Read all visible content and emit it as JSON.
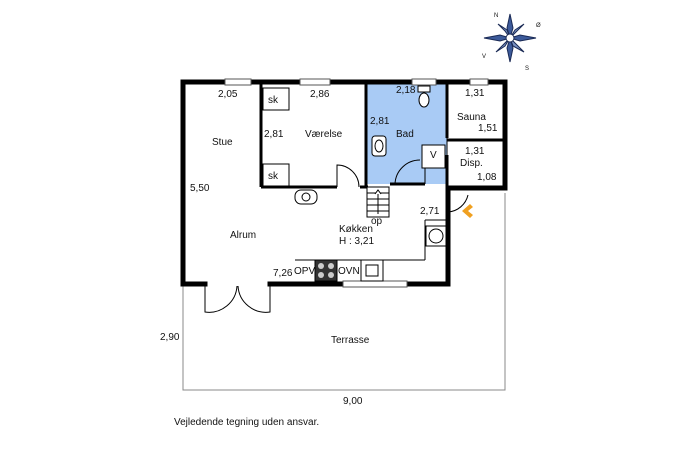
{
  "compass": {
    "north": "N",
    "east": "Ø",
    "south": "S",
    "west": "V"
  },
  "rooms": {
    "stue": "Stue",
    "vaerelse": "Værelse",
    "bad": "Bad",
    "sauna": "Sauna",
    "disp": "Disp.",
    "alrum": "Alrum",
    "kokken": "Køkken",
    "kokken_height": "H : 3,21",
    "terrasse": "Terrasse"
  },
  "fixtures": {
    "sk_top": "sk",
    "sk_bottom": "sk",
    "v": "V",
    "opv": "OPV",
    "ovn": "OVN",
    "op": "op"
  },
  "dimensions": {
    "stue_w": "2,05",
    "stue_h": "5,50",
    "vaerelse_w": "2,86",
    "vaerelse_h": "2,81",
    "bad_w": "2,18",
    "bad_h": "2,81",
    "sauna_w": "1,31",
    "sauna_h": "1,51",
    "disp_w": "1,31",
    "disp_h": "1,08",
    "kokken_d": "2,71",
    "alrum_w": "7,26",
    "terrasse_h": "2,90",
    "terrasse_w": "9,00"
  },
  "disclaimer": "Vejledende tegning uden ansvar.",
  "colors": {
    "bathroom_fill": "#a9cbf5",
    "wall": "#000000",
    "entrance_arrow": "#f0a020"
  }
}
